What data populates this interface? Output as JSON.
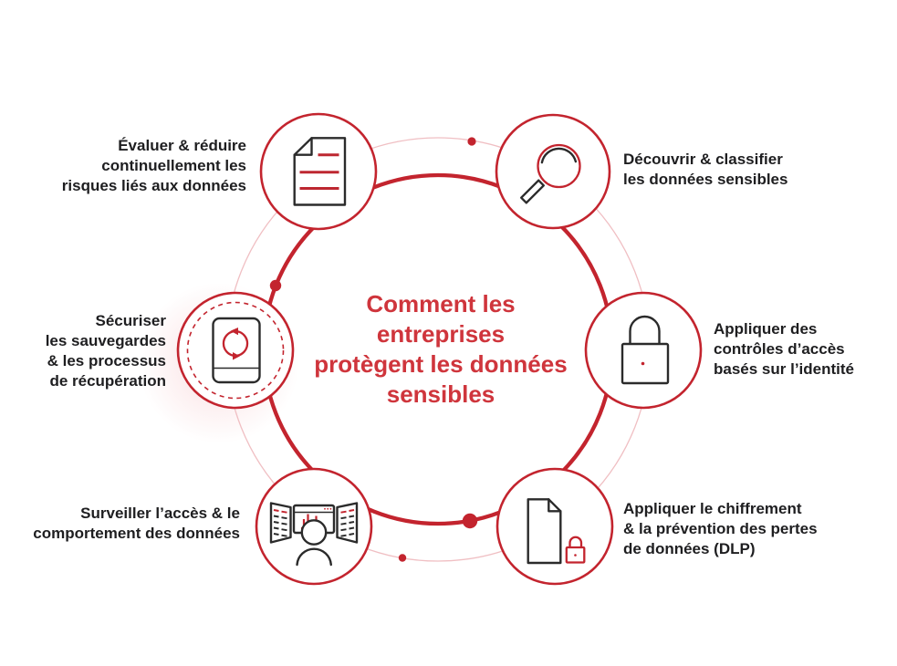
{
  "title": {
    "lines": [
      "Comment les",
      "entreprises",
      "protègent les données",
      "sensibles"
    ]
  },
  "nodes": [
    {
      "icon": "document-icon",
      "label_lines": [
        "Évaluer & réduire",
        "continuellement les",
        "risques liés aux données"
      ]
    },
    {
      "icon": "magnifier-icon",
      "label_lines": [
        "Découvrir & classifier",
        "les données sensibles"
      ]
    },
    {
      "icon": "padlock-icon",
      "label_lines": [
        "Appliquer des",
        "contrôles d’accès",
        "basés sur l’identité"
      ]
    },
    {
      "icon": "document-lock-icon",
      "label_lines": [
        "Appliquer le chiffrement",
        "& la prévention des pertes",
        "de données (DLP)"
      ]
    },
    {
      "icon": "monitors-person-icon",
      "label_lines": [
        "Surveiller l’accès & le",
        "comportement des données"
      ]
    },
    {
      "icon": "backup-sync-icon",
      "label_lines": [
        "Sécuriser",
        "les sauvegardes",
        "& les processus",
        "de récupération"
      ]
    }
  ],
  "colors": {
    "accent_red": "#c3242e",
    "title_red": "#cf353c",
    "light_pink": "#f0bfc3",
    "icon_black": "#2b2b2b",
    "text": "#1e1e20",
    "background": "#ffffff"
  }
}
